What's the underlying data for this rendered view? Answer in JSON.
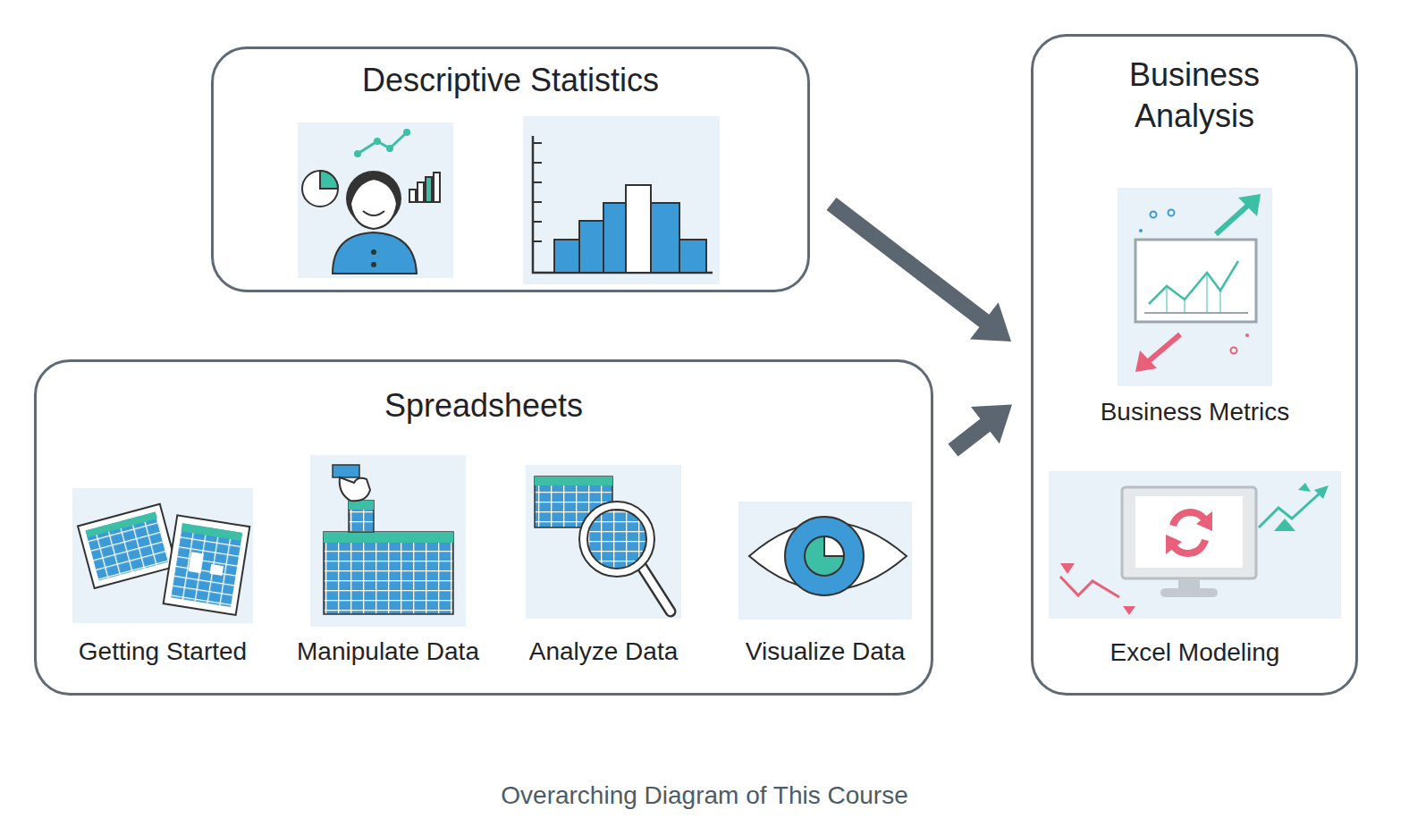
{
  "diagram": {
    "caption": "Overarching Diagram of This Course",
    "nodes": [
      {
        "text": [
          "Descriptive Statistics"
        ]
      },
      {
        "text": [
          "Business Analysis"
        ]
      },
      {
        "text": [
          "Business Metrics"
        ],
        "in": 1
      },
      {
        "text": [
          "Excel Modeling"
        ],
        "in": 1
      },
      {
        "text": [
          "Spreadsheets"
        ]
      },
      {
        "text": [
          "Getting Started"
        ],
        "in": 4
      },
      {
        "text": [
          "Manipulate Data"
        ],
        "in": 4
      },
      {
        "text": [
          "Analyze Data"
        ],
        "in": 4
      },
      {
        "text": [
          "Visualize Data"
        ],
        "in": 4
      }
    ],
    "edges": [
      {
        "from": 0,
        "to": 1,
        "arrow": "to"
      },
      {
        "from": 4,
        "to": 1,
        "arrow": "to"
      }
    ]
  }
}
